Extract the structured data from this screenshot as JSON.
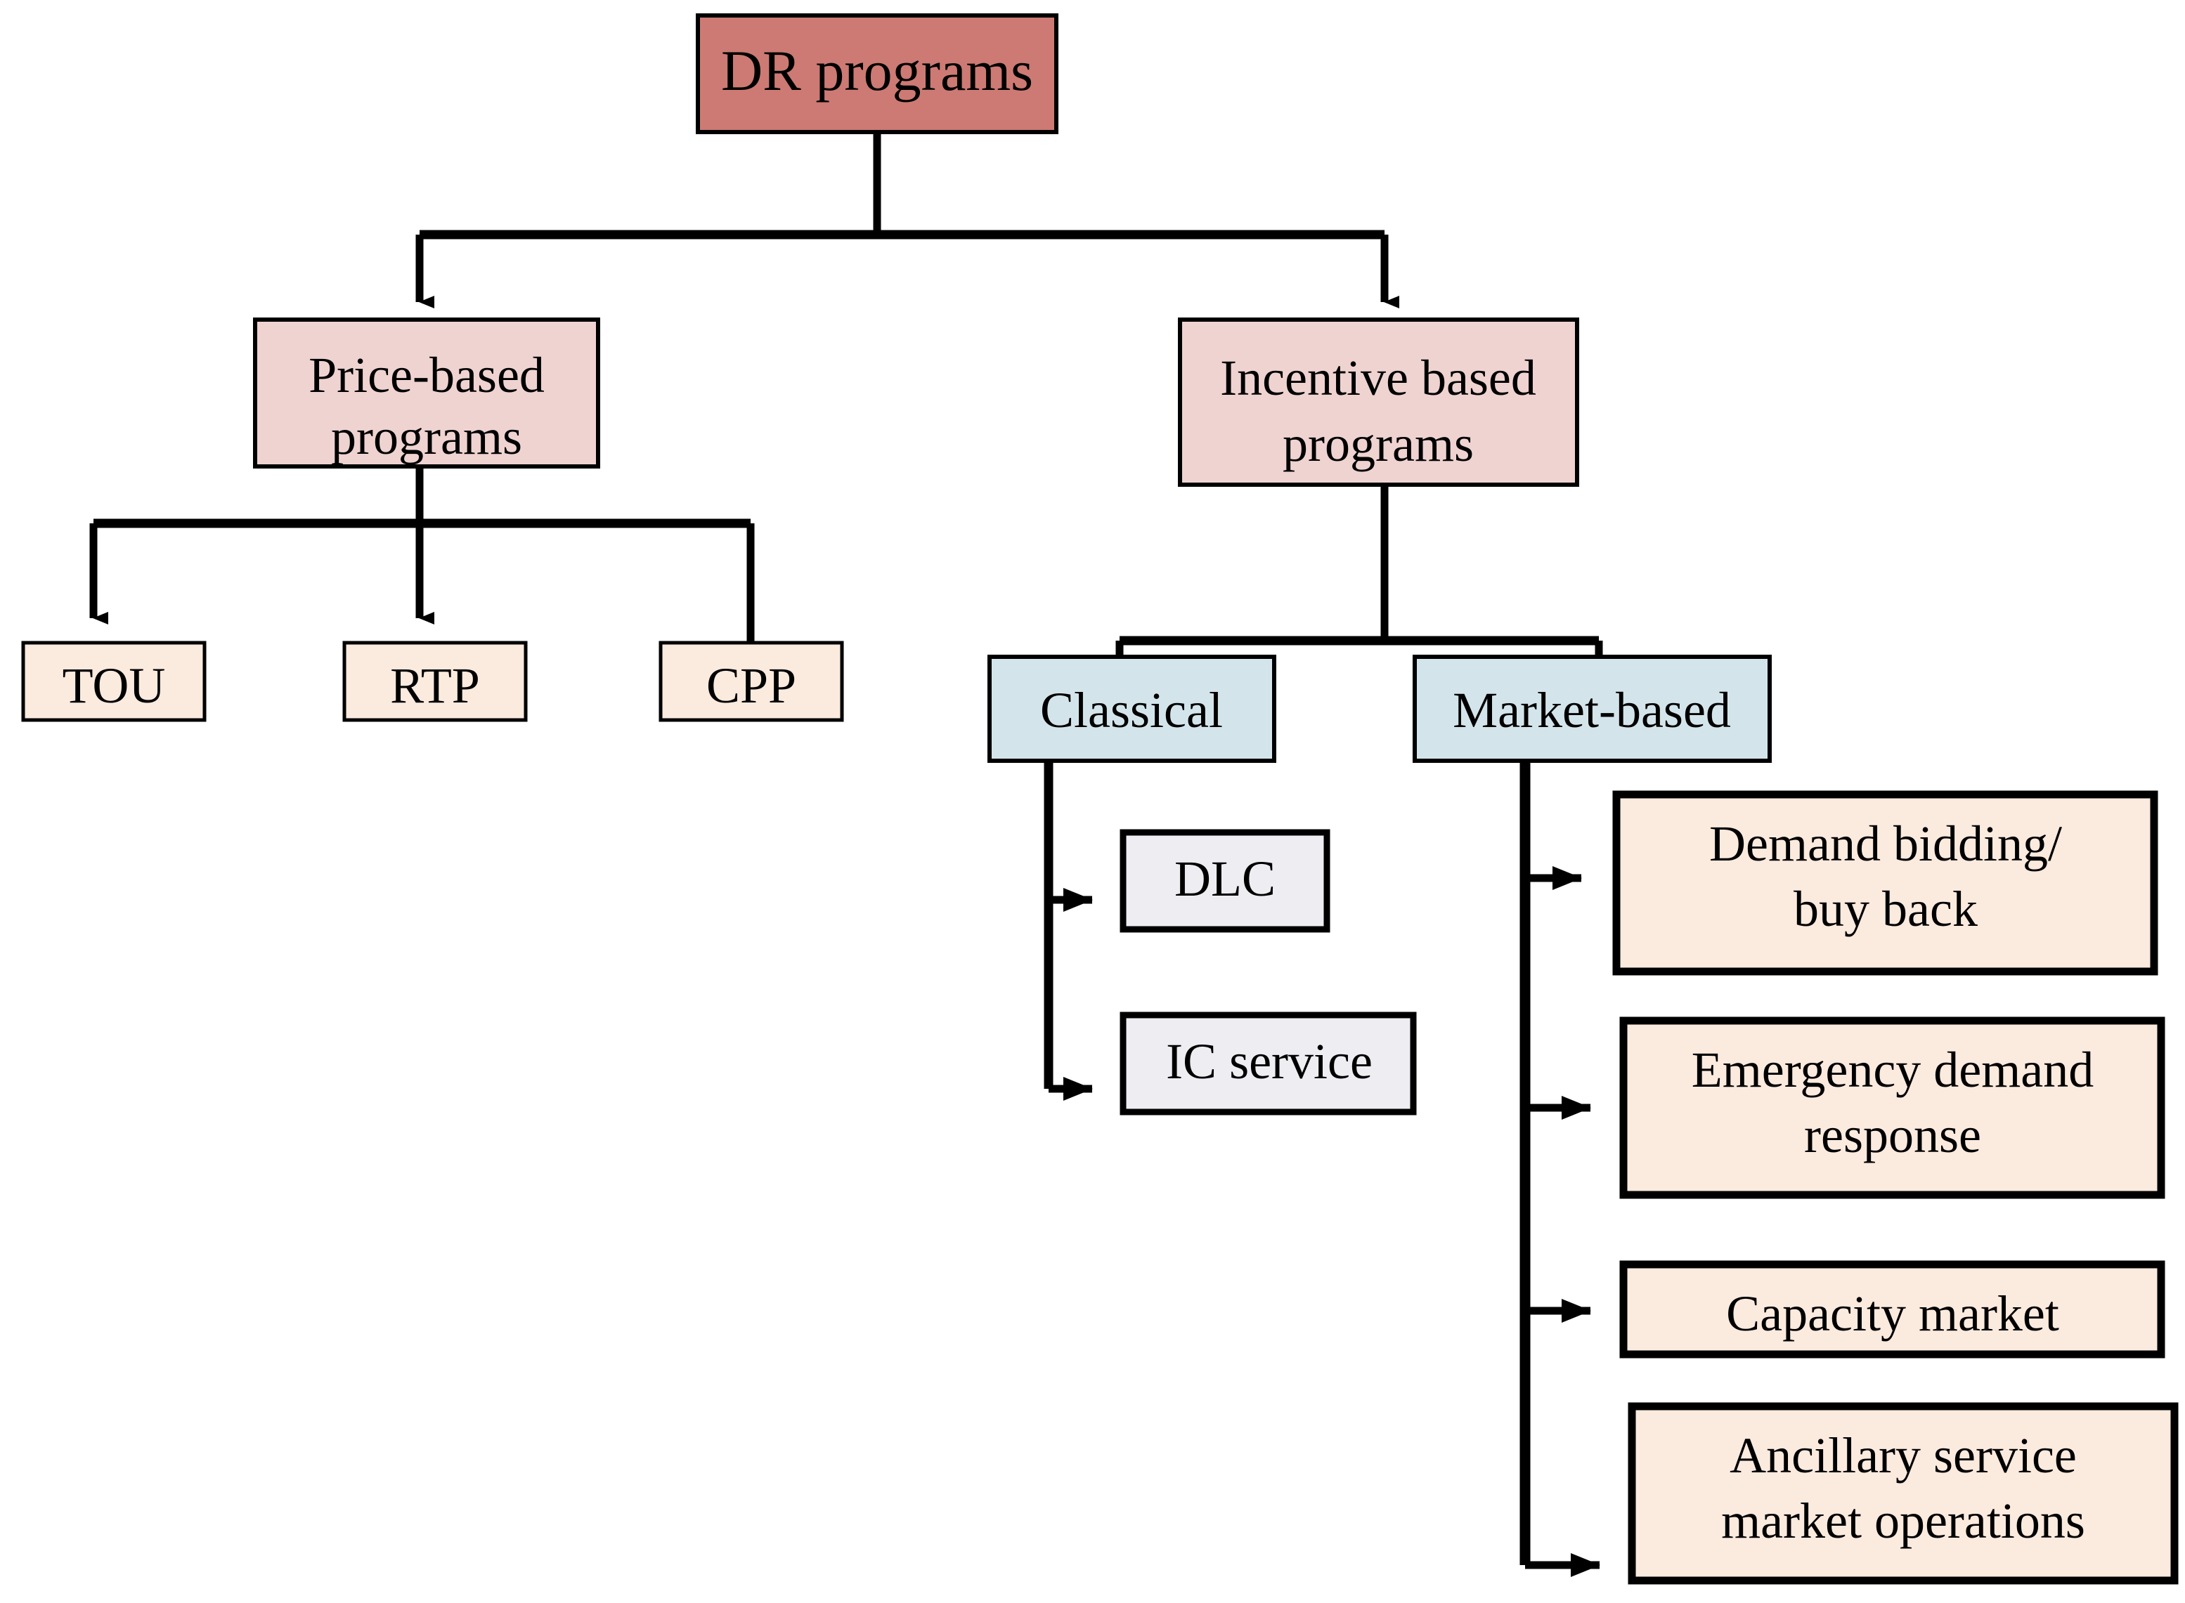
{
  "diagram": {
    "title": "DR programs taxonomy",
    "colors": {
      "root_fill": "#cc7a73",
      "level2_fill": "#efd3d0",
      "price_leaf_fill": "#fbeade",
      "incentive_branch_fill": "#d3e5ea",
      "classical_leaf_fill": "#ededf2",
      "market_leaf_fill": "#fbeade",
      "stroke": "#000000",
      "background": "#ffffff"
    },
    "nodes": {
      "root": {
        "label": "DR programs",
        "lines": [
          "DR programs"
        ]
      },
      "price_based": {
        "label": "Price-based programs",
        "lines": [
          "Price-based",
          "programs"
        ]
      },
      "incentive_based": {
        "label": "Incentive based programs",
        "lines": [
          "Incentive based",
          "programs"
        ]
      },
      "tou": {
        "label": "TOU",
        "lines": [
          "TOU"
        ]
      },
      "rtp": {
        "label": "RTP",
        "lines": [
          "RTP"
        ]
      },
      "cpp": {
        "label": "CPP",
        "lines": [
          "CPP"
        ]
      },
      "classical": {
        "label": "Classical",
        "lines": [
          "Classical"
        ]
      },
      "market_based": {
        "label": "Market-based",
        "lines": [
          "Market-based"
        ]
      },
      "dlc": {
        "label": "DLC",
        "lines": [
          "DLC"
        ]
      },
      "ic_service": {
        "label": "IC service",
        "lines": [
          "IC service"
        ]
      },
      "demand_bidding": {
        "label": "Demand bidding/ buy back",
        "lines": [
          "Demand bidding/",
          "buy back"
        ]
      },
      "emergency_dr": {
        "label": "Emergency demand response",
        "lines": [
          "Emergency demand",
          "response"
        ]
      },
      "capacity_market": {
        "label": "Capacity market",
        "lines": [
          "Capacity market"
        ]
      },
      "ancillary": {
        "label": "Ancillary service market operations",
        "lines": [
          "Ancillary service",
          "market operations"
        ]
      }
    },
    "edges": [
      {
        "from": "root",
        "to": "price_based",
        "arrow": true
      },
      {
        "from": "root",
        "to": "incentive_based",
        "arrow": true
      },
      {
        "from": "price_based",
        "to": "tou",
        "arrow": true
      },
      {
        "from": "price_based",
        "to": "rtp",
        "arrow": true
      },
      {
        "from": "price_based",
        "to": "cpp",
        "arrow": false
      },
      {
        "from": "incentive_based",
        "to": "classical",
        "arrow": true
      },
      {
        "from": "incentive_based",
        "to": "market_based",
        "arrow": true
      },
      {
        "from": "classical",
        "to": "dlc",
        "arrow": true
      },
      {
        "from": "classical",
        "to": "ic_service",
        "arrow": true
      },
      {
        "from": "market_based",
        "to": "demand_bidding",
        "arrow": true
      },
      {
        "from": "market_based",
        "to": "emergency_dr",
        "arrow": true
      },
      {
        "from": "market_based",
        "to": "capacity_market",
        "arrow": true
      },
      {
        "from": "market_based",
        "to": "ancillary",
        "arrow": true
      }
    ]
  }
}
